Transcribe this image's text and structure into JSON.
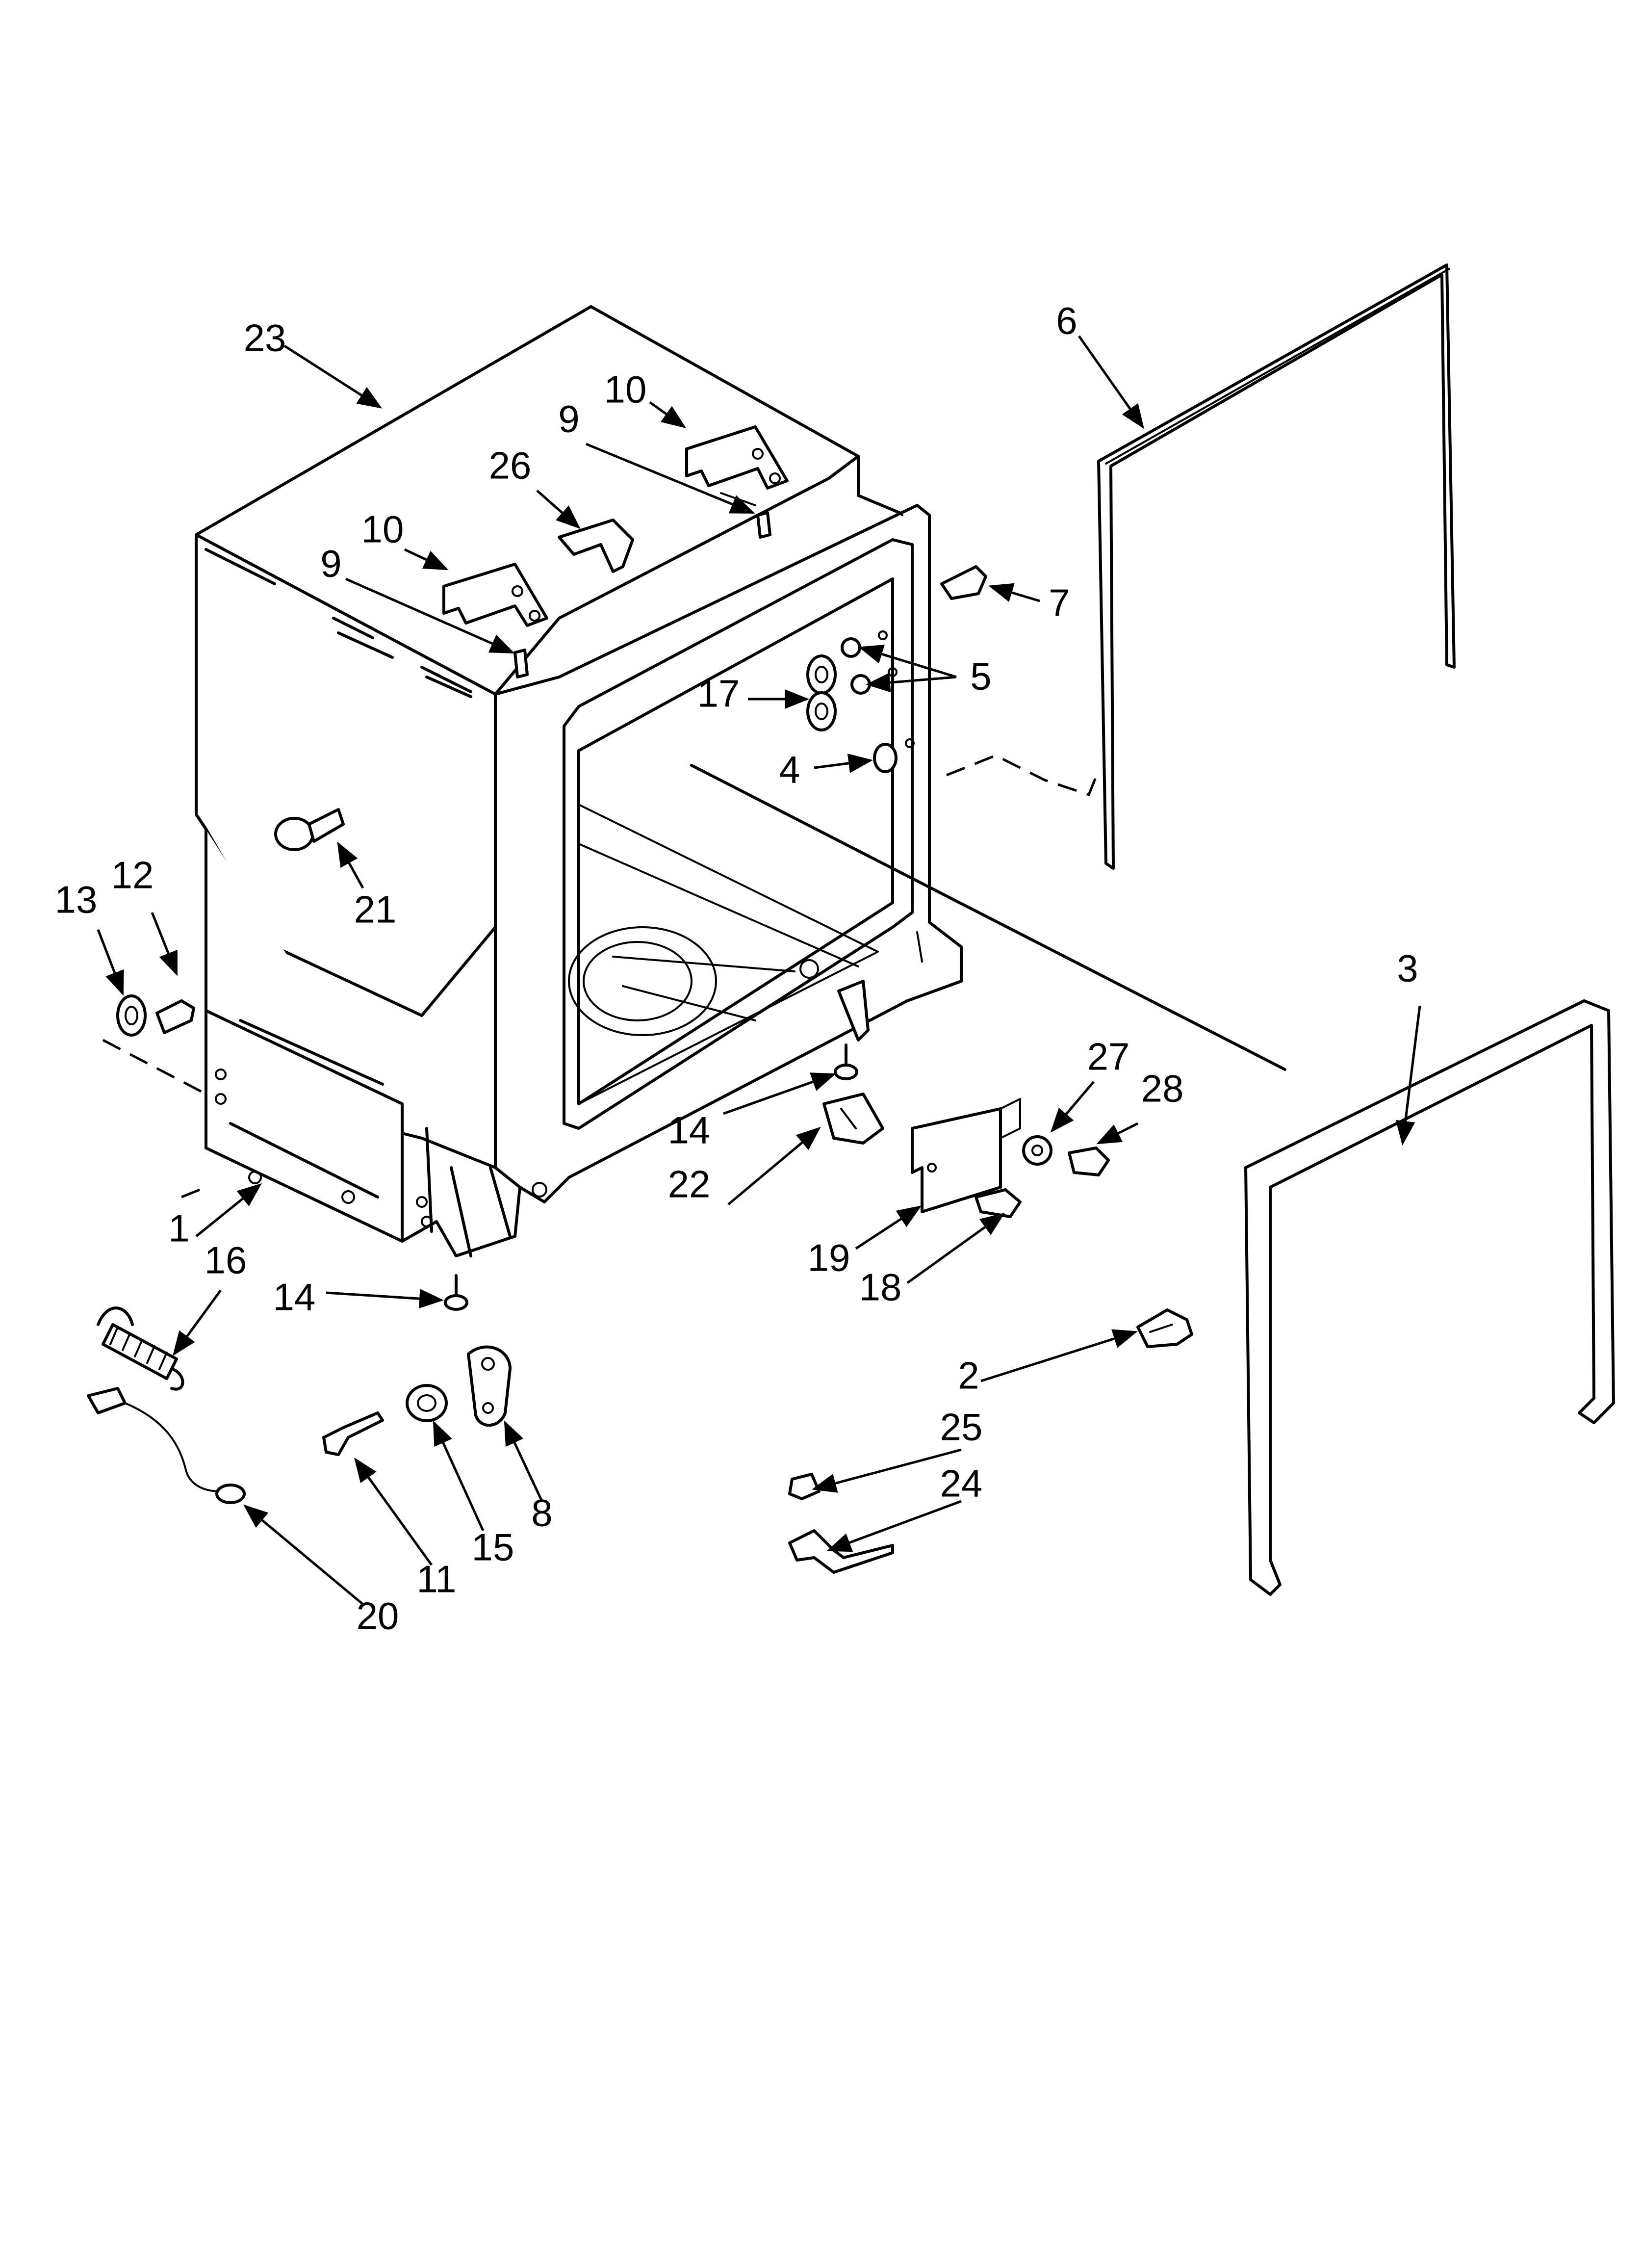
{
  "callouts": {
    "c1": "1",
    "c2": "2",
    "c3": "3",
    "c4": "4",
    "c5": "5",
    "c6": "6",
    "c7": "7",
    "c8": "8",
    "c9a": "9",
    "c9b": "9",
    "c10a": "10",
    "c10b": "10",
    "c11": "11",
    "c12": "12",
    "c13": "13",
    "c14a": "14",
    "c14b": "14",
    "c15": "15",
    "c16": "16",
    "c17": "17",
    "c18": "18",
    "c19": "19",
    "c20": "20",
    "c21": "21",
    "c22": "22",
    "c23": "23",
    "c24": "24",
    "c25": "25",
    "c26": "26",
    "c27": "27",
    "c28": "28"
  }
}
